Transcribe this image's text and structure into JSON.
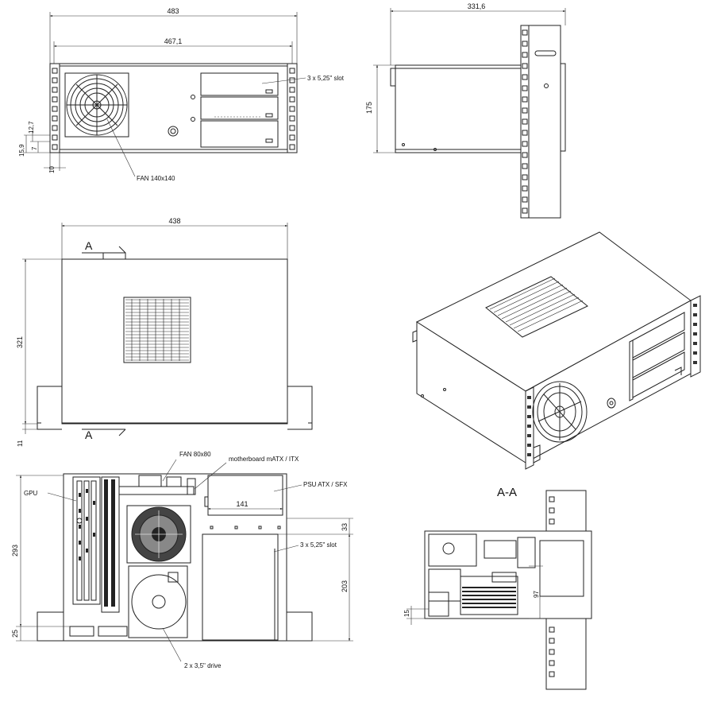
{
  "front_view": {
    "dim_width_outer": "483",
    "dim_width_inner": "467,1",
    "dim_left_a": "15,9",
    "dim_left_b": "12,7",
    "dim_left_c": "7",
    "dim_left_d": "10",
    "label_slot": "3 x 5,25\" slot",
    "label_fan": "FAN 140x140"
  },
  "side_view": {
    "dim_depth": "331,6",
    "dim_height": "175"
  },
  "top_view": {
    "dim_width": "438",
    "dim_depth": "321",
    "dim_bottom": "11",
    "section_mark_top": "A",
    "section_mark_bottom": "A"
  },
  "interior_view": {
    "label_fan": "FAN 80x80",
    "label_motherboard": "motherboard mATX / ITX",
    "label_gpu": "GPU",
    "label_psu": "PSU ATX / SFX",
    "label_slot": "3 x 5,25\" slot",
    "label_drive": "2 x 3,5\" drive",
    "dim_psu": "141",
    "dim_33": "33",
    "dim_203": "203",
    "dim_293": "293",
    "dim_25": "25"
  },
  "section_view": {
    "title": "A-A",
    "dim_97": "97",
    "dim_15": "15"
  }
}
